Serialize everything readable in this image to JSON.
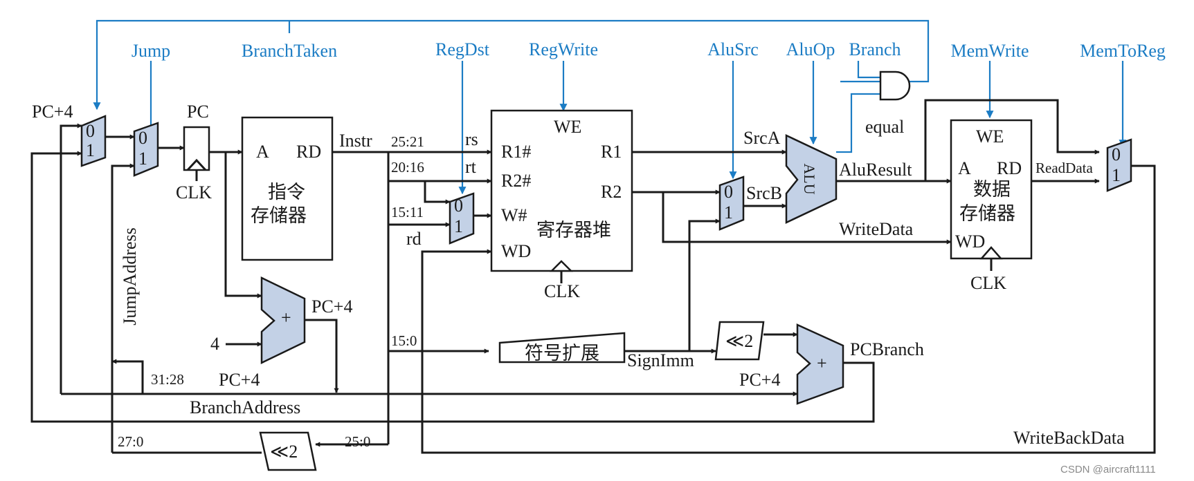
{
  "control": {
    "jump": "Jump",
    "branch_taken": "BranchTaken",
    "reg_dst": "RegDst",
    "reg_write": "RegWrite",
    "alu_src": "AluSrc",
    "alu_op": "AluOp",
    "branch": "Branch",
    "mem_write": "MemWrite",
    "mem_to_reg": "MemToReg"
  },
  "mux": {
    "zero": "0",
    "one": "1"
  },
  "pc": {
    "label": "PC",
    "clk": "CLK",
    "pc4_in": "PC+4"
  },
  "imem": {
    "port_a": "A",
    "port_rd": "RD",
    "name_line1": "指令",
    "name_line2": "存储器"
  },
  "instr": {
    "label": "Instr",
    "f_25_21": "25:21",
    "f_20_16": "20:16",
    "f_15_11": "15:11",
    "f_15_0": "15:0",
    "f_25_0": "25:0",
    "f_31_28": "31:28",
    "f_27_0": "27:0",
    "rs": "rs",
    "rt": "rt",
    "rd": "rd"
  },
  "regfile": {
    "we": "WE",
    "r1n": "R1#",
    "r2n": "R2#",
    "wn": "W#",
    "wd": "WD",
    "r1": "R1",
    "r2": "R2",
    "name": "寄存器堆",
    "clk": "CLK"
  },
  "alu": {
    "name": "ALU",
    "src_a": "SrcA",
    "src_b": "SrcB",
    "equal": "equal",
    "result": "AluResult"
  },
  "dmem": {
    "we": "WE",
    "port_a": "A",
    "port_rd": "RD",
    "port_wd": "WD",
    "name_line1": "数据",
    "name_line2": "存储器",
    "clk": "CLK",
    "write_data": "WriteData",
    "read_data": "ReadData"
  },
  "adders": {
    "plus": "+",
    "four": "4",
    "pc_plus4": "PC+4",
    "pc_branch": "PCBranch",
    "pc4_bottom": "PC+4",
    "pc4_right": "PC+4"
  },
  "shift": {
    "sl2": "≪2"
  },
  "sign_ext": {
    "name": "符号扩展",
    "sign_imm": "SignImm"
  },
  "labels": {
    "jump_address": "JumpAddress",
    "branch_address": "BranchAddress",
    "write_back_data": "WriteBackData"
  },
  "watermark": "CSDN @aircraft1111"
}
